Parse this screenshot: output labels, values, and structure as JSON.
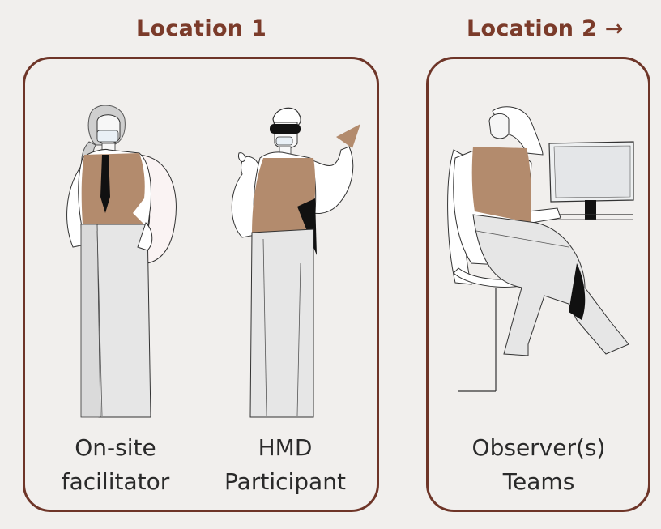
{
  "locations": [
    {
      "title": "Location 1"
    },
    {
      "title": "Location 2 →"
    }
  ],
  "roles": {
    "facilitator": {
      "line1": "On-site",
      "line2": "facilitator"
    },
    "participant": {
      "line1": "HMD",
      "line2": "Participant"
    },
    "observer": {
      "line1": "Observer(s)",
      "line2": "Teams"
    }
  },
  "colors": {
    "accent": "#7b3b2a",
    "border": "#6e3528",
    "vest": "#b38b6d",
    "background": "#f1efed"
  }
}
